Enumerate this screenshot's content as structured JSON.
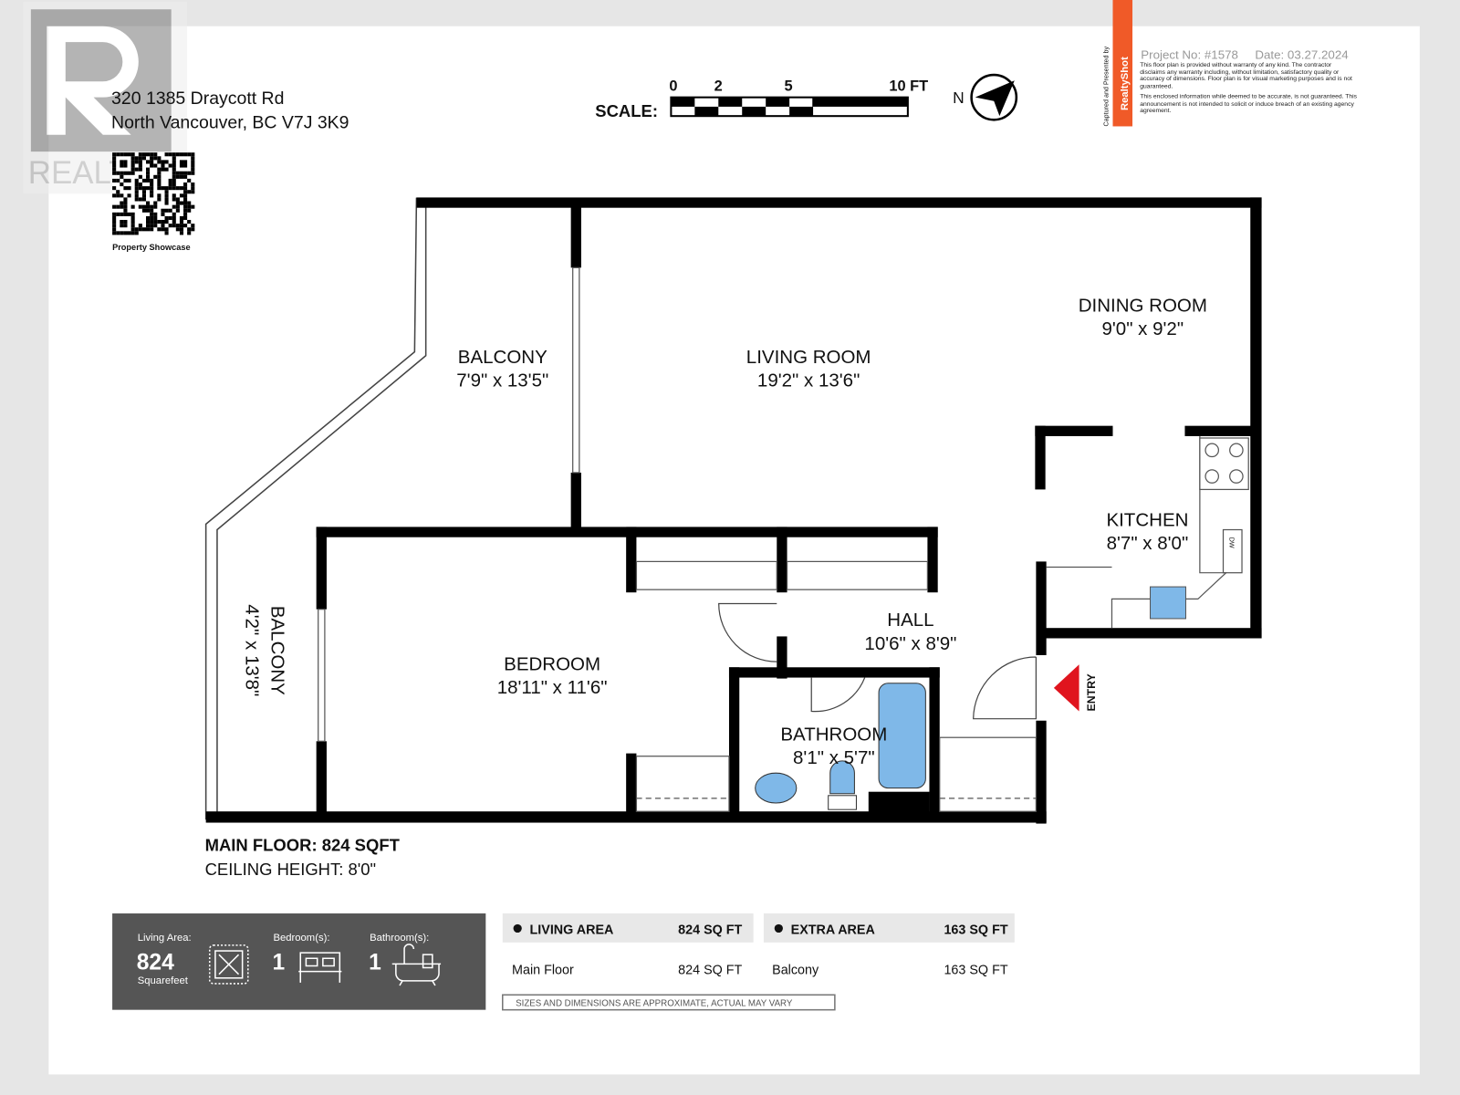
{
  "header": {
    "address_line1": "320 1385 Draycott Rd",
    "address_line2": "North Vancouver, BC V7J 3K9",
    "qr_caption": "Property Showcase",
    "watermark": "REALTOR",
    "scale_label": "SCALE:",
    "scale_ticks": [
      "0",
      "2",
      "5",
      "10 FT"
    ],
    "north_label": "N"
  },
  "branding": {
    "vertical_caption": "Captured and Presented by",
    "brand": "RealtyShot",
    "brand_color": "#f05a28",
    "project": "Project No: #1578",
    "date": "Date: 03.27.2024",
    "disclaimer1": "This floor plan is provided without warranty of any kind. The contractor disclaims any warranty including, without limitation, satisfactory quality or accuracy of dimensions. Floor plan is for visual marketing purposes and is not guaranteed.",
    "disclaimer2": "This enclosed information while deemed to be accurate, is not guaranteed. This announcement is not intended to solicit or induce breach of an existing agency agreement."
  },
  "rooms": [
    {
      "name": "BALCONY",
      "dims": "7'9\" x 13'5\""
    },
    {
      "name": "LIVING ROOM",
      "dims": "19'2\" x 13'6\""
    },
    {
      "name": "DINING ROOM",
      "dims": "9'0\" x 9'2\""
    },
    {
      "name": "KITCHEN",
      "dims": "8'7\" x 8'0\""
    },
    {
      "name": "HALL",
      "dims": "10'6\" x 8'9\""
    },
    {
      "name": "BEDROOM",
      "dims": "18'11\" x 11'6\""
    },
    {
      "name": "BATHROOM",
      "dims": "8'1\" x 5'7\""
    },
    {
      "name": "BALCONY",
      "dims": "4'2\" x 13'8\""
    }
  ],
  "plan": {
    "entry_label": "ENTRY",
    "entry_color": "#e0141e",
    "dw_label": "DW",
    "fixture_color": "#7fb8e8",
    "floor_summary": "MAIN FLOOR: 824 SQFT",
    "ceiling": "CEILING HEIGHT: 8'0\""
  },
  "summary": {
    "living_area_label": "Living Area:",
    "living_area_value": "824",
    "living_area_unit": "Squarefeet",
    "bedrooms_label": "Bedroom(s):",
    "bedrooms_value": "1",
    "bathrooms_label": "Bathroom(s):",
    "bathrooms_value": "1",
    "panel_color": "#555555"
  },
  "areas": {
    "living": {
      "title": "LIVING AREA",
      "total": "824 SQ FT",
      "rows": [
        {
          "name": "Main Floor",
          "value": "824 SQ FT"
        }
      ]
    },
    "extra": {
      "title": "EXTRA AREA",
      "total": "163 SQ FT",
      "rows": [
        {
          "name": "Balcony",
          "value": "163 SQ FT"
        }
      ]
    },
    "note": "SIZES AND DIMENSIONS ARE APPROXIMATE, ACTUAL MAY VARY"
  }
}
